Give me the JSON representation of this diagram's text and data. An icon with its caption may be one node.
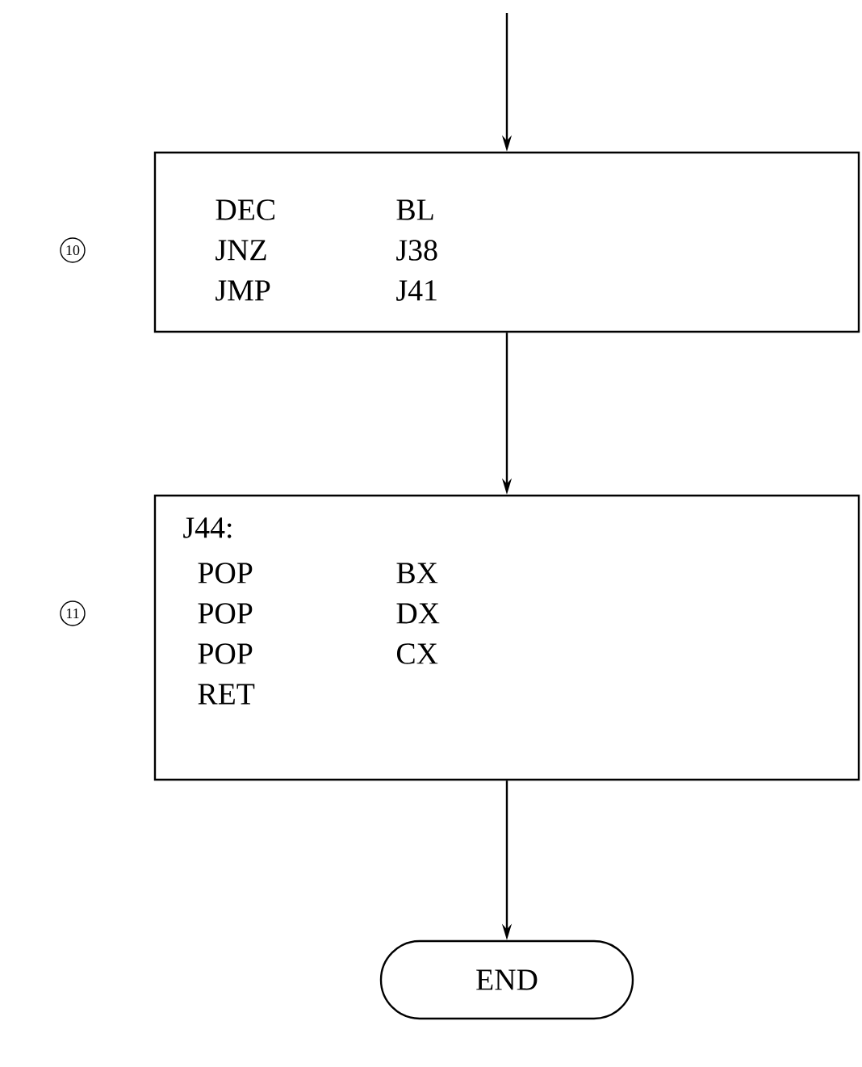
{
  "diagram": {
    "nodes": [
      {
        "text": [
          "DEC",
          "BL",
          "JNZ",
          "J38",
          "JMP",
          "J41"
        ]
      },
      {
        "text": [
          "J44:",
          "POP",
          "BX",
          "POP",
          "DX",
          "POP",
          "CX",
          "RET"
        ]
      },
      {
        "text": [
          "END"
        ]
      }
    ],
    "edges": [
      {
        "from": null,
        "to": 0,
        "arrow": "to"
      },
      {
        "from": 0,
        "to": 1,
        "arrow": "to"
      },
      {
        "from": 1,
        "to": 2,
        "arrow": "to"
      }
    ],
    "labels": [
      "10",
      "11"
    ]
  }
}
